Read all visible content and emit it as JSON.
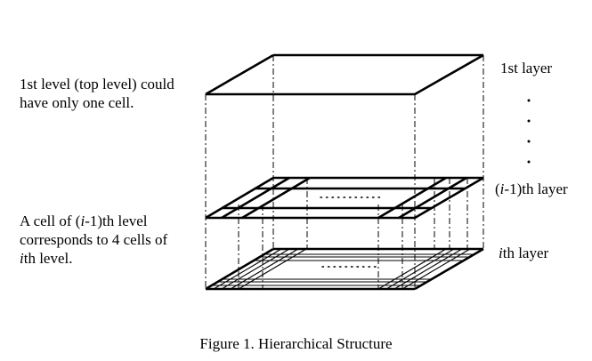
{
  "labels": {
    "top_level_line1": "1st level (top level) could",
    "top_level_line2": "have only one cell.",
    "cell_line1_a": "A cell of (",
    "cell_line1_i": "i",
    "cell_line1_b": "-1)th level",
    "cell_line2": "corresponds to 4 cells of",
    "cell_line3_i": "i",
    "cell_line3_b": "th level.",
    "first_layer": "1st layer",
    "prev_layer_a": "(",
    "prev_layer_i": "i",
    "prev_layer_b": "-1)th layer",
    "ith_layer_i": "i",
    "ith_layer_b": "th layer",
    "caption": "Figure 1. Hierarchical Structure"
  }
}
